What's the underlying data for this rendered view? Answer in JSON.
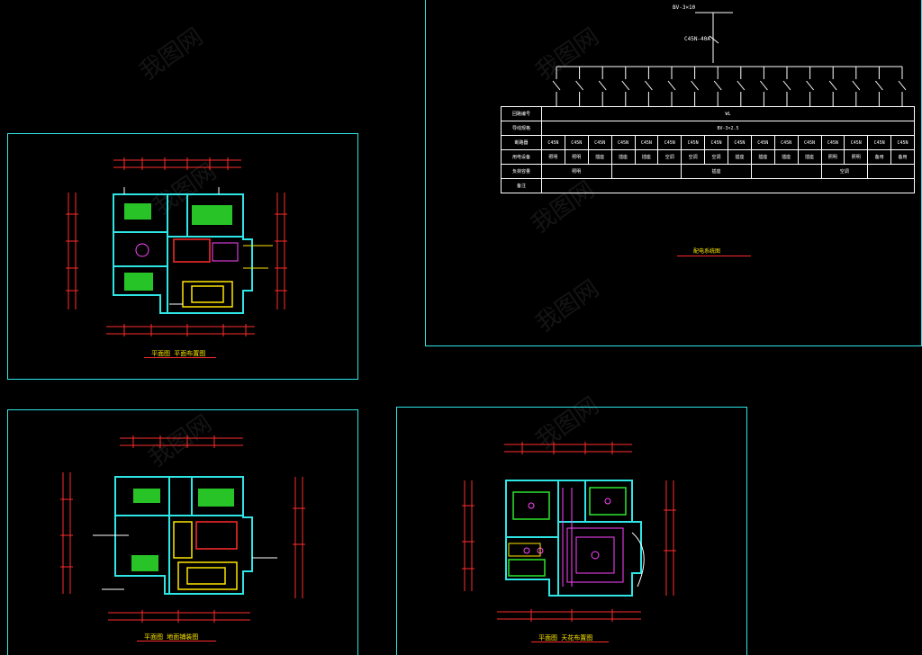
{
  "colors": {
    "background": "#000000",
    "frame": "#2ee6e6",
    "dimension": "#ff2b2b",
    "wall": "#2ee6e6",
    "green": "#2ee62e",
    "yellow": "#ffe600",
    "magenta": "#ff44ff",
    "white": "#ffffff"
  },
  "sheets": [
    {
      "id": "plan-a",
      "title": "平面图    平面布置图"
    },
    {
      "id": "plan-b",
      "title": "平面图    地面铺装图"
    },
    {
      "id": "plan-c",
      "title": "平面图    天花布置图"
    },
    {
      "id": "schematic",
      "title": "配电系统图"
    }
  ],
  "schematic": {
    "main_feed": "BV-3×10",
    "main_breaker": "C45N-40A",
    "circuit_count": 16,
    "table_rows": [
      {
        "label": "回路编号",
        "cells": [
          "WL"
        ]
      },
      {
        "label": "导线规格",
        "cells": [
          "BV-3×2.5"
        ]
      },
      {
        "label": "断路器",
        "cells": [
          "C45N",
          "C45N",
          "C45N",
          "C45N",
          "C45N",
          "C45N",
          "C45N",
          "C45N",
          "C45N",
          "C45N",
          "C45N",
          "C45N",
          "C45N",
          "C45N",
          "C45N",
          "C45N"
        ]
      },
      {
        "label": "用电设备",
        "cells": [
          "照明",
          "照明",
          "插座",
          "插座",
          "插座",
          "空调",
          "空调",
          "空调",
          "插座",
          "插座",
          "插座",
          "插座",
          "照明",
          "照明",
          "备用",
          "备用"
        ]
      },
      {
        "label": "负荷容量",
        "cells": [
          "照明",
          "",
          "插座",
          "",
          "空调",
          ""
        ]
      },
      {
        "label": "备注",
        "cells": [
          ""
        ]
      }
    ]
  },
  "watermarks": [
    "我图网",
    "我图网",
    "我图网",
    "我图网",
    "我图网",
    "我图网",
    "我图网"
  ]
}
